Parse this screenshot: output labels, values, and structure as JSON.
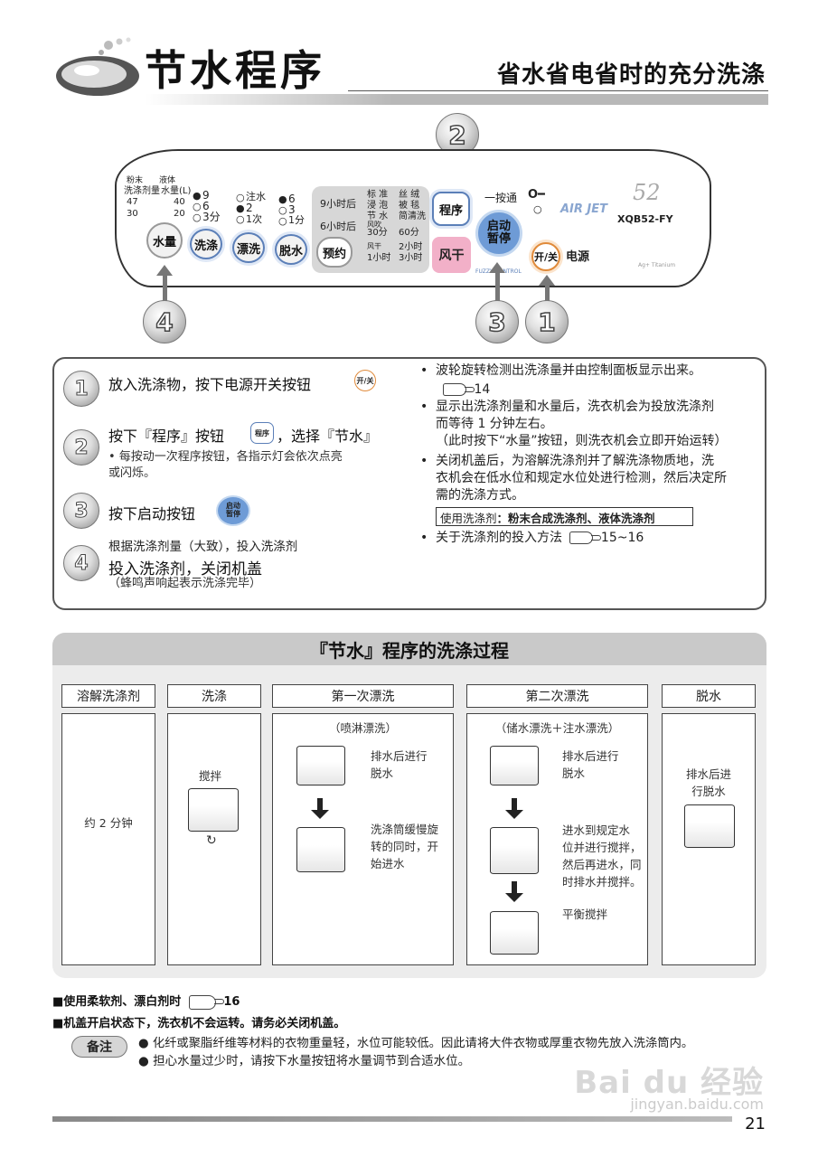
{
  "header": {
    "title": "节水程序",
    "subtitle": "省水省电省时的充分洗涤"
  },
  "panel": {
    "detergent_header_left": "洗涤剂量",
    "detergent_header_right": "水量(L)",
    "powder_tag": "粉末",
    "liquid_tag": "液体",
    "water_levels": [
      "47",
      "30",
      "40",
      "20"
    ],
    "wash_times": [
      "9",
      "6",
      "3分"
    ],
    "rinse_labels": [
      "注水",
      "2",
      "1次"
    ],
    "spin_times": [
      "6",
      "3",
      "1分"
    ],
    "reserve_times": [
      "9小时后",
      "6小时后"
    ],
    "program_rows": [
      "标 准",
      "浸 泡",
      "节 水",
      "30分",
      "1小时",
      "丝 绒",
      "被 毯",
      "简清洗",
      "60分",
      "2小时",
      "3小时"
    ],
    "program_tag_wind": "风吹",
    "program_tag_dry": "风干",
    "btn_water": "水量",
    "btn_wash": "洗涤",
    "btn_rinse": "漂洗",
    "btn_spin": "脱水",
    "btn_reserve": "预约",
    "btn_program": "程序",
    "btn_dry": "风干",
    "btn_start_line1": "启动",
    "btn_start_line2": "暂停",
    "one_touch": "一按通",
    "lock_symbol": "O━",
    "brand": "AIR JET",
    "model_num": "52",
    "model": "XQB52-FY",
    "btn_power": "开/关",
    "power_label": "电源",
    "fuzzy": "FUZZY CONTROL",
    "small_brand": "Ag+ Titanium",
    "callouts": [
      "2",
      "4",
      "3",
      "1"
    ]
  },
  "steps": [
    {
      "num": "1",
      "text": "放入洗涤物，按下电源开关按钮",
      "icon": "开/关"
    },
    {
      "num": "2",
      "text_a": "按下『程序』按钮",
      "icon": "程序",
      "text_b": "，选择『节水』",
      "sub": "• 每按动一次程序按钮，各指示灯会依次点亮\n  或闪烁。"
    },
    {
      "num": "3",
      "text": "按下启动按钮",
      "icon_l1": "启动",
      "icon_l2": "暂停"
    },
    {
      "num": "4",
      "pre": "根据洗涤剂量（大致），投入洗涤剂",
      "text": "投入洗涤剂，关闭机盖",
      "sub": "（蜂鸣声响起表示洗涤完毕）"
    }
  ],
  "notes": {
    "n1": "波轮旋转检测出洗涤量并由控制面板显示出来。",
    "n1_ref": "14",
    "n2a": "显示出洗涤剂量和水量后，洗衣机会为投放洗涤剂",
    "n2b": "而等待 1 分钟左右。",
    "n2c": "（此时按下“水量”按钮，则洗衣机会立即开始运转）",
    "n3a": "关闭机盖后，为溶解洗涤剂并了解洗涤物质地，洗",
    "n3b": "衣机会在低水位和规定水位处进行检测，然后决定所",
    "n3c": "需的洗涤方式。",
    "detergent_label": "使用洗涤剂",
    "detergent_value": "：粉末合成洗涤剂、液体洗涤剂",
    "n4": "关于洗涤剂的投入方法",
    "n4_ref": "15~16"
  },
  "process": {
    "title": "『节水』程序的洗涤过程",
    "headers": [
      "溶解洗涤剂",
      "洗涤",
      "第一次漂洗",
      "第二次漂洗",
      "脱水"
    ],
    "dissolve_time": "约 2 分钟",
    "wash_label": "搅拌",
    "rinse1_title": "（喷淋漂洗）",
    "rinse1_step1": [
      "排水后进行",
      "脱水"
    ],
    "rinse1_step2": [
      "洗涤筒缓慢旋",
      "转的同时，开",
      "始进水"
    ],
    "rinse2_title": "（储水漂洗＋注水漂洗）",
    "rinse2_step1": [
      "排水后进行",
      "脱水"
    ],
    "rinse2_step2": [
      "进水到规定水",
      "位并进行搅拌，",
      "然后再进水，同",
      "时排水并搅拌。"
    ],
    "rinse2_step3": "平衡搅拌",
    "spin_text": [
      "排水后进",
      "行脱水"
    ]
  },
  "bottom": {
    "softener": "■使用柔软剂、漂白剂时",
    "softener_ref": "16",
    "lid_warning": "■机盖开启状态下，洗衣机不会运转。请务必关闭机盖。",
    "remark_label": "备注",
    "remark1": "● 化纤或聚脂纤维等材料的衣物重量轻，水位可能较低。因此请将大件衣物或厚重衣物先放入洗涤筒内。",
    "remark2": "● 担心水量过少时，请按下水量按钮将水量调节到合适水位。",
    "watermark": "Bai du 经验",
    "watermark_url": "jingyan.baidu.com",
    "page_number": "21"
  }
}
